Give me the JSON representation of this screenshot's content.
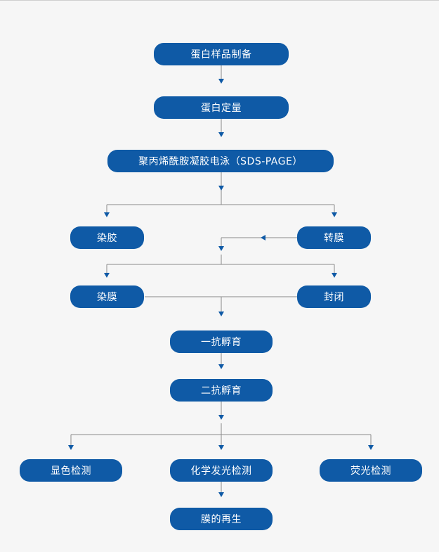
{
  "colors": {
    "node_fill": "#0f5aa6",
    "connector": "#8a8a8a",
    "arrow": "#0f5aa6",
    "background": "#f6f6f6"
  },
  "nodes": {
    "sample_prep": "蛋白样品制备",
    "quant": "蛋白定量",
    "sds_page": "聚丙烯酰胺凝胶电泳（SDS-PAGE）",
    "stain_gel": "染胶",
    "transfer": "转膜",
    "stain_membrane": "染膜",
    "blocking": "封闭",
    "primary_ab": "一抗孵育",
    "secondary_ab": "二抗孵育",
    "color_detect": "显色检测",
    "chemi_detect": "化学发光检测",
    "fluor_detect": "荧光检测",
    "membrane_regen": "膜的再生"
  }
}
